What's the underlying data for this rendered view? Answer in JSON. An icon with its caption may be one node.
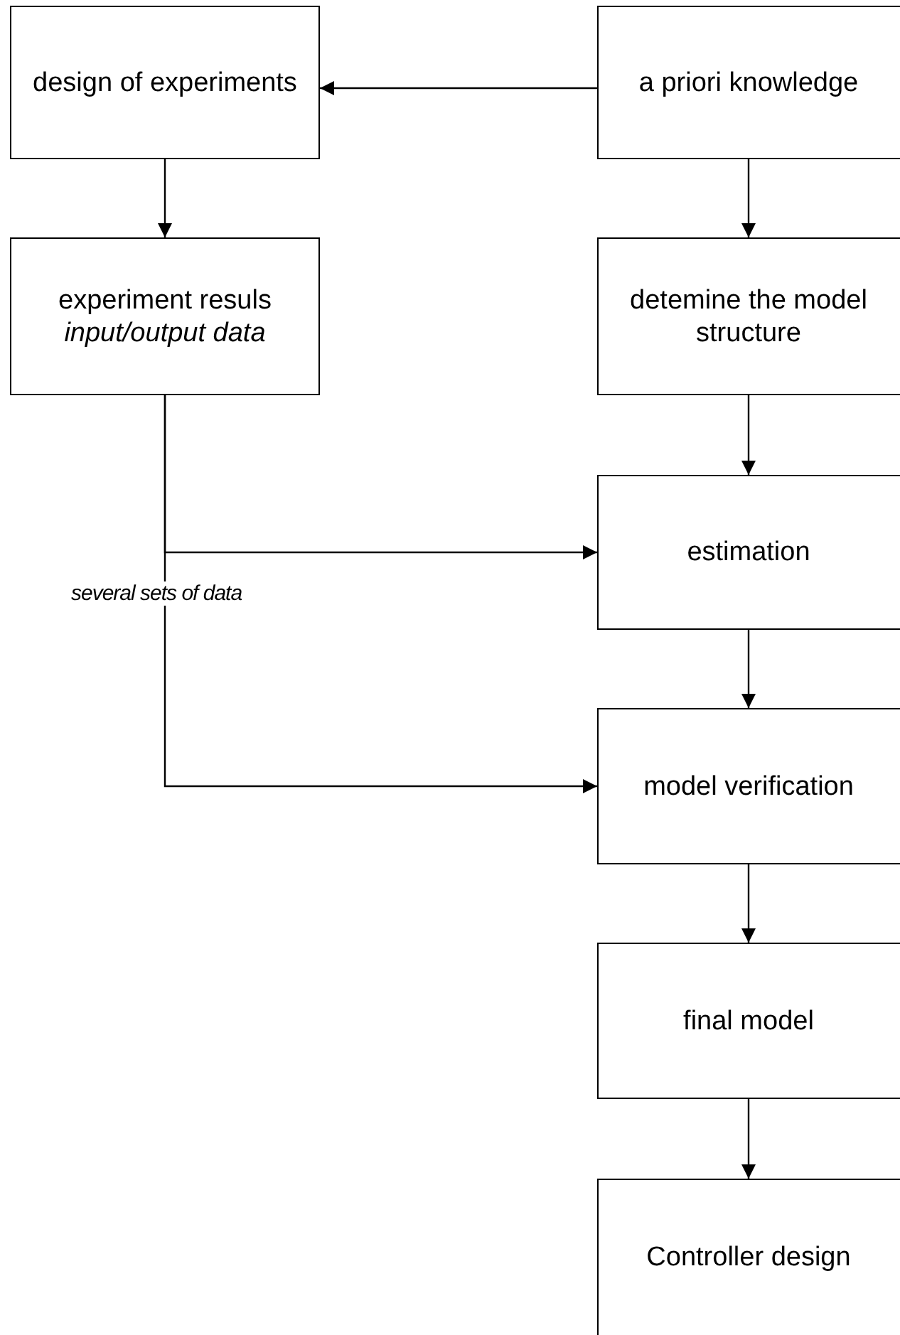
{
  "diagram": {
    "nodes": [
      {
        "text": [
          "design of experiments"
        ]
      },
      {
        "text": [
          "a priori knowledge"
        ]
      },
      {
        "text": [
          "experiment resuls",
          "input/output data"
        ]
      },
      {
        "text": [
          "detemine the model structure"
        ]
      },
      {
        "text": [
          "estimation"
        ]
      },
      {
        "text": [
          "model verification"
        ]
      },
      {
        "text": [
          "final model"
        ]
      },
      {
        "text": [
          "Controller design"
        ]
      }
    ],
    "edges": [
      {
        "from": 1,
        "to": 0,
        "arrow": "to"
      },
      {
        "from": 0,
        "to": 2,
        "arrow": "to"
      },
      {
        "from": 1,
        "to": 3,
        "arrow": "to"
      },
      {
        "from": 3,
        "to": 4,
        "arrow": "to"
      },
      {
        "from": 2,
        "to": 4,
        "arrow": "to"
      },
      {
        "from": 4,
        "to": 5,
        "arrow": "to"
      },
      {
        "from": 2,
        "to": 5,
        "arrow": "to",
        "label": "several sets of data"
      },
      {
        "from": 5,
        "to": 6,
        "arrow": "to"
      },
      {
        "from": 6,
        "to": 7,
        "arrow": "to"
      }
    ]
  }
}
